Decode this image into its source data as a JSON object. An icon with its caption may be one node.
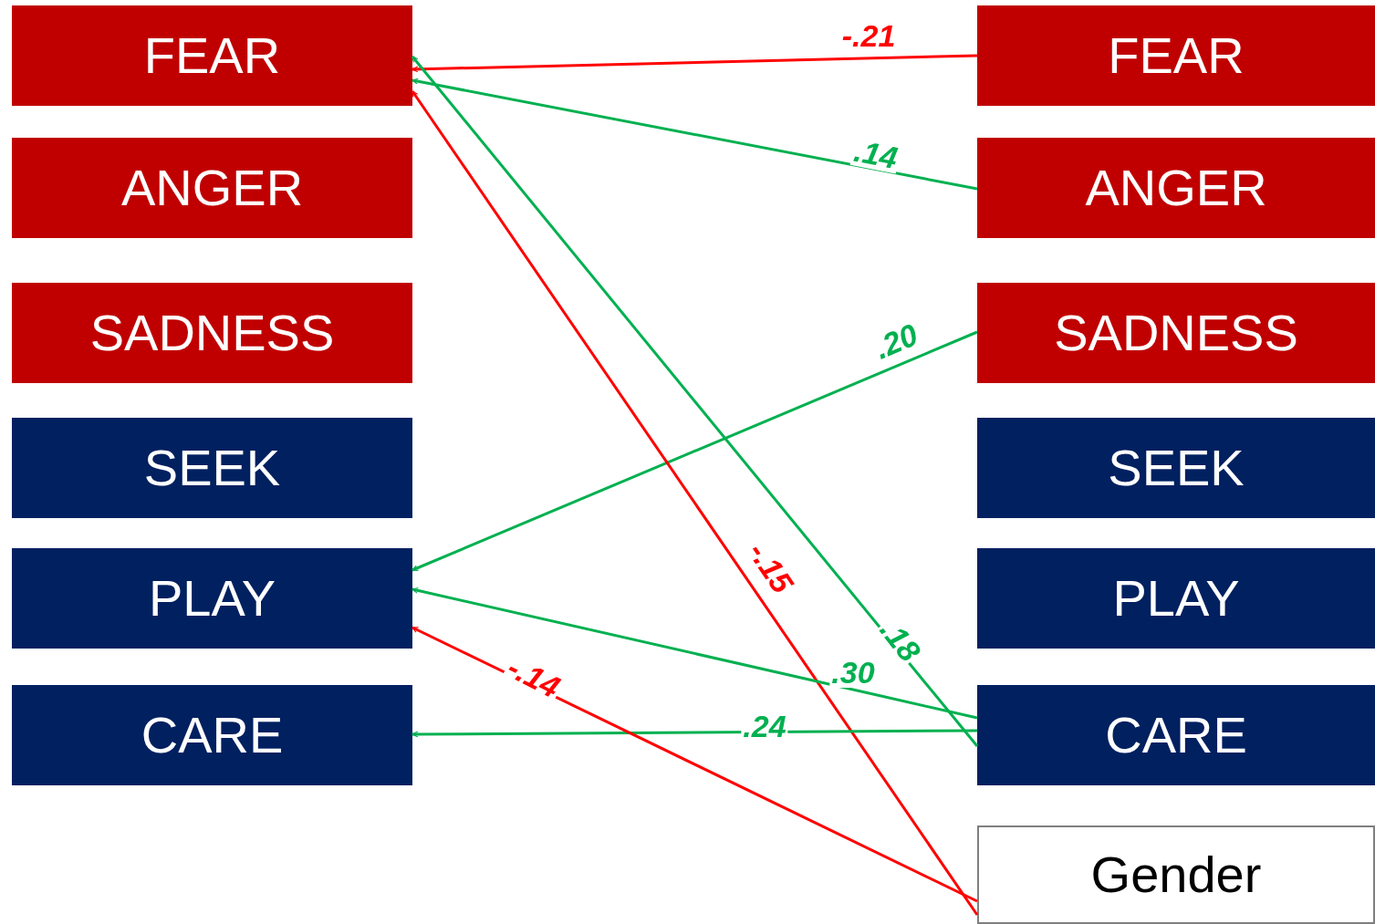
{
  "diagram": {
    "nodes": [
      {
        "text": [
          "FEAR"
        ]
      },
      {
        "text": [
          "ANGER"
        ]
      },
      {
        "text": [
          "SADNESS"
        ]
      },
      {
        "text": [
          "SEEK"
        ]
      },
      {
        "text": [
          "PLAY"
        ]
      },
      {
        "text": [
          "CARE"
        ]
      },
      {
        "text": [
          "FEAR"
        ]
      },
      {
        "text": [
          "ANGER"
        ]
      },
      {
        "text": [
          "SADNESS"
        ]
      },
      {
        "text": [
          "SEEK"
        ]
      },
      {
        "text": [
          "PLAY"
        ]
      },
      {
        "text": [
          "CARE"
        ]
      },
      {
        "text": [
          "Gender"
        ]
      }
    ],
    "edges": [
      {
        "from": 6,
        "to": 0,
        "arrow": "to",
        "label": "-.21",
        "color": "#ff0000"
      },
      {
        "from": 7,
        "to": 0,
        "arrow": "to",
        "label": ".14"
      },
      {
        "from": 8,
        "to": 4,
        "arrow": "to",
        "label": ".20"
      },
      {
        "from": 12,
        "to": 0,
        "arrow": "to",
        "label": "-.15",
        "color": "#ff0000"
      },
      {
        "from": 11,
        "to": 0,
        "arrow": "to",
        "label": ".18"
      },
      {
        "from": 11,
        "to": 4,
        "arrow": "to",
        "label": ".30"
      },
      {
        "from": 11,
        "to": 5,
        "arrow": "to",
        "label": ".24"
      },
      {
        "from": 12,
        "to": 4,
        "arrow": "to",
        "label": "-.14",
        "color": "#ff0000"
      }
    ]
  }
}
